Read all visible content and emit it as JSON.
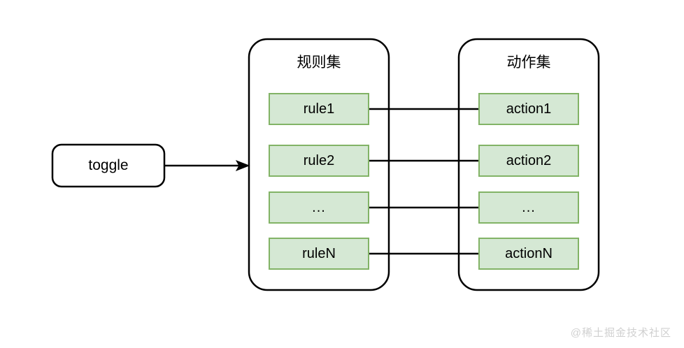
{
  "diagram": {
    "title": "toggle rule set to action set flow",
    "background_color": "#ffffff",
    "stroke_color": "#000000",
    "item_fill_color": "#d5e8d4",
    "item_border_color": "#82b366"
  },
  "toggle": {
    "label": "toggle"
  },
  "rules_container": {
    "title": "规则集",
    "items": [
      {
        "label": "rule1"
      },
      {
        "label": "rule2"
      },
      {
        "label": "..."
      },
      {
        "label": "ruleN"
      }
    ]
  },
  "actions_container": {
    "title": "动作集",
    "items": [
      {
        "label": "action1"
      },
      {
        "label": "action2"
      },
      {
        "label": "..."
      },
      {
        "label": "actionN"
      }
    ]
  },
  "connections": {
    "arrow_label": "",
    "rule_action_links": [
      {
        "from": "rule1",
        "to": "action1"
      },
      {
        "from": "rule2",
        "to": "action2"
      },
      {
        "from": "...",
        "to": "..."
      },
      {
        "from": "ruleN",
        "to": "actionN"
      }
    ]
  },
  "watermark": {
    "text": "@稀土掘金技术社区"
  }
}
